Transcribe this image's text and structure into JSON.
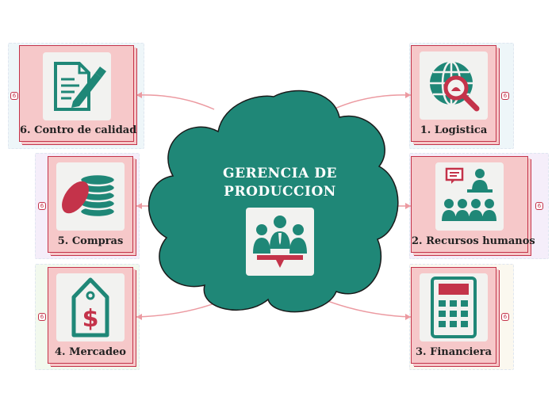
{
  "center": {
    "title_line1": "GERENCIA DE",
    "title_line2": "PRODUCCION",
    "icon": "team-presentation-icon"
  },
  "branches": {
    "calidad": {
      "label": "6. Contro de calidad",
      "icon": "document-pen-icon",
      "collapse": "6"
    },
    "logistica": {
      "label": "1. Logistica",
      "icon": "globe-search-icon",
      "collapse": "6"
    },
    "compras": {
      "label": "5. Compras",
      "icon": "coin-stack-icon",
      "collapse": "6"
    },
    "rrhh": {
      "label": "2. Recursos humanos",
      "icon": "audience-presenter-icon",
      "collapse": "6"
    },
    "mercadeo": {
      "label": "4. Mercadeo",
      "icon": "price-tag-icon",
      "collapse": "6"
    },
    "financiera": {
      "label": "3. Financiera",
      "icon": "calculator-icon",
      "collapse": "6"
    }
  },
  "colors": {
    "cloud": "#1f8777",
    "node_fill": "#f6c8c9",
    "node_border": "#c4334a",
    "connector": "#ec9aa1",
    "icon_teal": "#1f8777",
    "icon_red": "#c4334a"
  }
}
